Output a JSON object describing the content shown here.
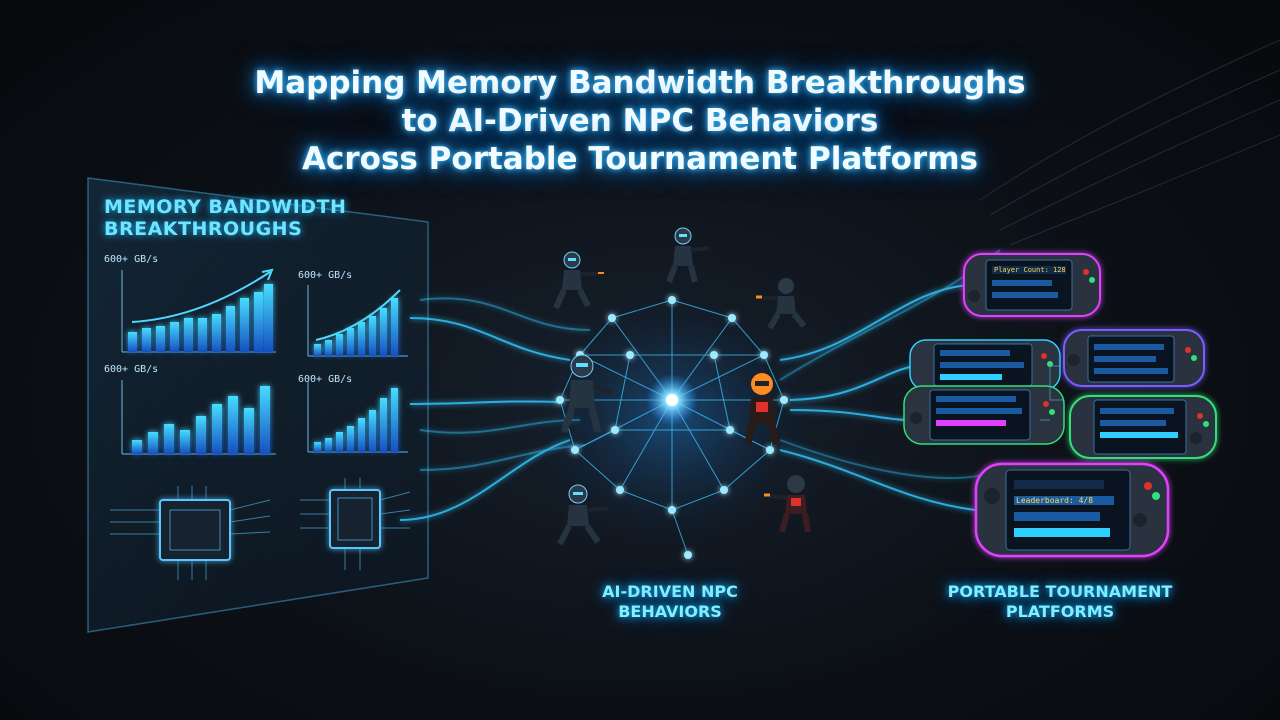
{
  "title": {
    "line1": "Mapping Memory Bandwidth Breakthroughs",
    "line2": "to AI-Driven NPC Behaviors",
    "line3": "Across Portable Tournament Platforms"
  },
  "bandwidth_panel": {
    "heading_line1": "MEMORY BANDWIDTH",
    "heading_line2": "BREAKTHROUGHS",
    "axis_note_1": "600+ GB/s",
    "axis_note_2": "600+ GB/s",
    "axis_note_3": "600+ GB/s",
    "axis_note_4": "600+ GB/s"
  },
  "npc_section": {
    "label_line1": "AI-DRIVEN NPC",
    "label_line2": "BEHAVIORS"
  },
  "platform_section": {
    "label_line1": "PORTABLE TOURNAMENT",
    "label_line2": "PLATFORMS",
    "screen_text_1": "Player Count: 128",
    "screen_text_2": "Leaderboard: 4/8"
  },
  "colors": {
    "accent_cyan": "#2fd0ff",
    "accent_blue": "#1e7fe6",
    "bar_top": "#3fd8ff",
    "bar_bottom": "#1559c4",
    "npc_orange": "#ff8a1e",
    "npc_red": "#e0322a",
    "handheld_magenta": "#e040ff",
    "handheld_green": "#33e07a"
  }
}
